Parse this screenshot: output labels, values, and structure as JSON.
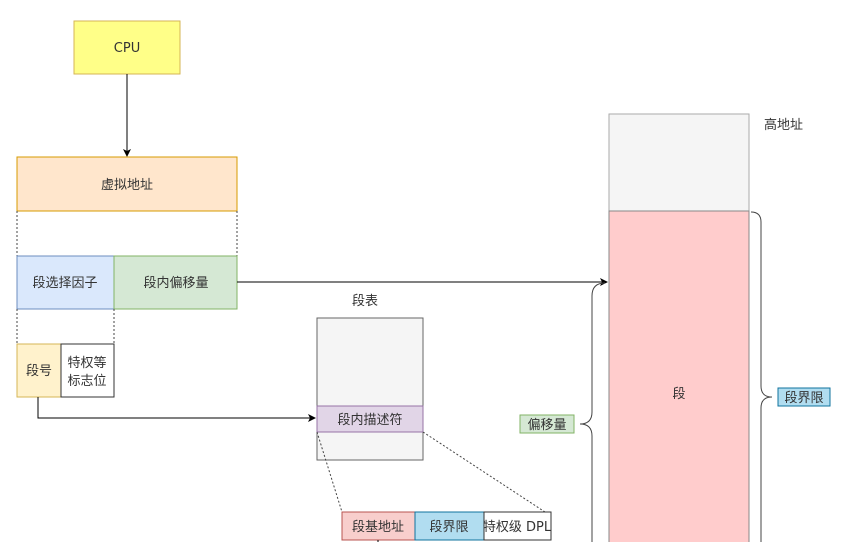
{
  "cpu": {
    "label": "CPU",
    "fill": "#ffff88",
    "stroke": "#d6b656"
  },
  "virtual_address": {
    "label": "虚拟地址",
    "fill": "#ffe6cc",
    "stroke": "#d79b00"
  },
  "selector": {
    "label": "段选择因子",
    "fill": "#dae8fc",
    "stroke": "#6c8ebf"
  },
  "offset": {
    "label": "段内偏移量",
    "fill": "#d5e8d4",
    "stroke": "#82b366"
  },
  "segment_number": {
    "label": "段号",
    "fill": "#fff2cc",
    "stroke": "#d6b656"
  },
  "privilege_flags": {
    "label_line1": "特权等",
    "label_line2": "标志位"
  },
  "segment_table": {
    "title": "段表",
    "descriptor": "段内描述符",
    "descriptor_fill": "#e1d5e7",
    "descriptor_stroke": "#9673a6"
  },
  "descriptor_fields": {
    "base": "段基地址",
    "limit": "段界限",
    "dpl": "特权级 DPL"
  },
  "memory": {
    "high_address": "高地址",
    "segment": "段",
    "segment_fill": "#ffcccc",
    "offset_label": "偏移量",
    "limit_label": "段界限"
  }
}
